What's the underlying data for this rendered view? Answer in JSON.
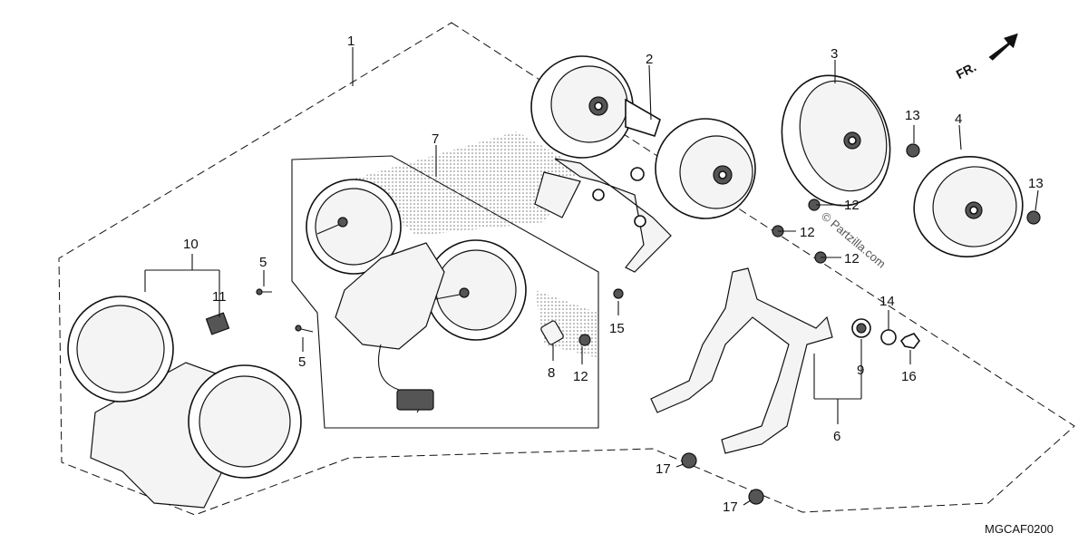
{
  "diagram": {
    "diagram_code": "MGCAF0200",
    "watermark": "© Partzilla.com",
    "front_indicator": "FR.",
    "callouts": {
      "c1": "1",
      "c2": "2",
      "c3": "3",
      "c4": "4",
      "c5a": "5",
      "c5b": "5",
      "c6": "6",
      "c7": "7",
      "c8": "8",
      "c9": "9",
      "c10": "10",
      "c11": "11",
      "c12a": "12",
      "c12b": "12",
      "c12c": "12",
      "c12d": "12",
      "c13a": "13",
      "c13b": "13",
      "c14": "14",
      "c15": "15",
      "c16": "16",
      "c17a": "17",
      "c17b": "17"
    }
  }
}
